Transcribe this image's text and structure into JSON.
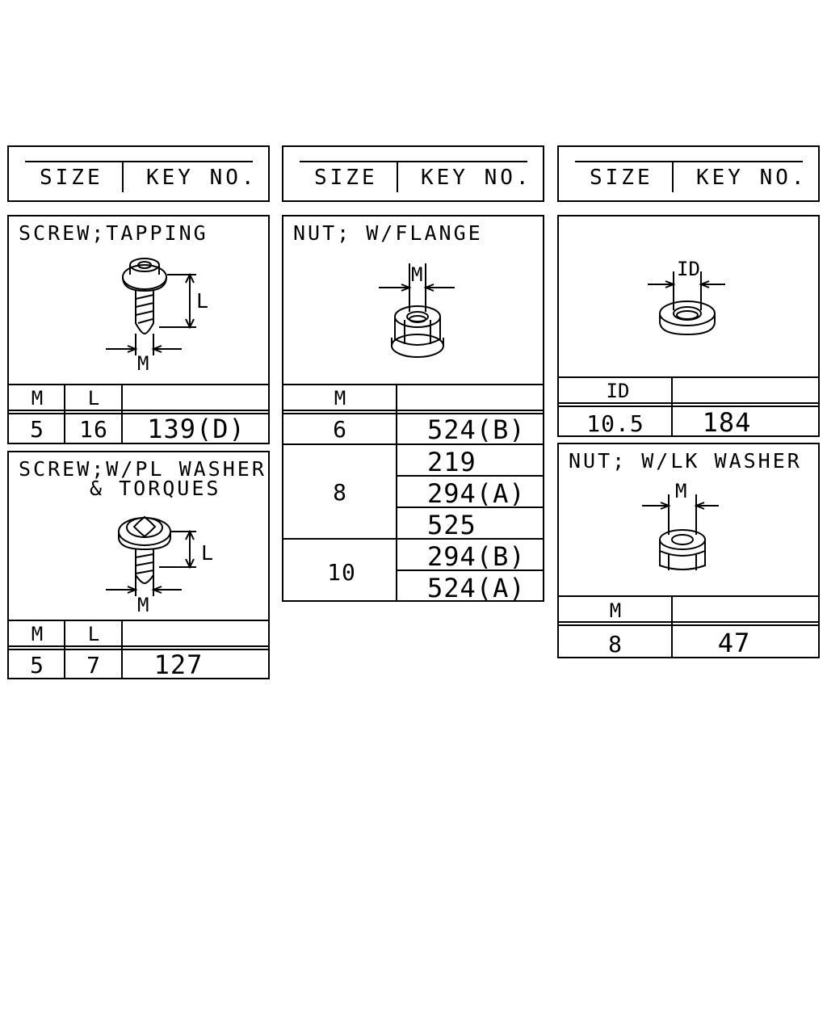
{
  "headers": [
    {
      "size": "SIZE",
      "key": "KEY NO."
    },
    {
      "size": "SIZE",
      "key": "KEY NO."
    },
    {
      "size": "SIZE",
      "key": "KEY NO."
    }
  ],
  "screw_tapping": {
    "title": "SCREW;TAPPING",
    "dim_l": "L",
    "dim_m": "M",
    "col_m": "M",
    "col_l": "L",
    "rows": [
      {
        "m": "5",
        "l": "16",
        "key": "139(D)"
      }
    ]
  },
  "screw_washer": {
    "title_line1": "SCREW;W/PL WASHER",
    "title_line2": "& TORQUES",
    "dim_l": "L",
    "dim_m": "M",
    "col_m": "M",
    "col_l": "L",
    "rows": [
      {
        "m": "5",
        "l": "7",
        "key": "127"
      }
    ]
  },
  "nut_flange": {
    "title": "NUT; W/FLANGE",
    "dim_m": "M",
    "col_m": "M",
    "groups": [
      {
        "m": "6",
        "keys": [
          "524(B)"
        ]
      },
      {
        "m": "8",
        "keys": [
          "219",
          "294(A)",
          "525"
        ]
      },
      {
        "m": "10",
        "keys": [
          "294(B)",
          "524(A)"
        ]
      }
    ]
  },
  "washer": {
    "dim_id": "ID",
    "col_id": "ID",
    "rows": [
      {
        "id": "10.5",
        "key": "184"
      }
    ]
  },
  "nut_lk_washer": {
    "title": "NUT; W/LK WASHER",
    "dim_m": "M",
    "col_m": "M",
    "rows": [
      {
        "m": "8",
        "key": "47"
      }
    ]
  }
}
